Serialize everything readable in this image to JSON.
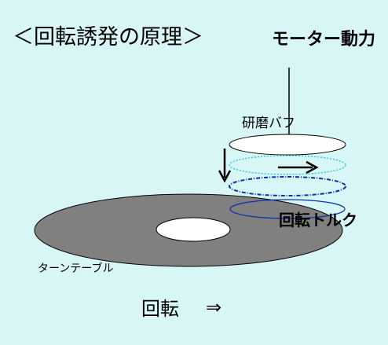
{
  "title": "＜回転誘発の原理＞",
  "motor_label": "モーター動力",
  "buff_label": "研磨バフ",
  "torque_label": "回転トルク",
  "turntable_label": "ターンテーブル",
  "rotation_label": "回転",
  "rotation_arrow": "⇒",
  "colors": {
    "background": "#d8f6f6",
    "turntable_fill": "#808080",
    "buff_fill": "#ffffff",
    "buff_rings_top": "#33c6e6",
    "buff_rings_bottom": "#0a2fa8",
    "text": "#000000"
  }
}
